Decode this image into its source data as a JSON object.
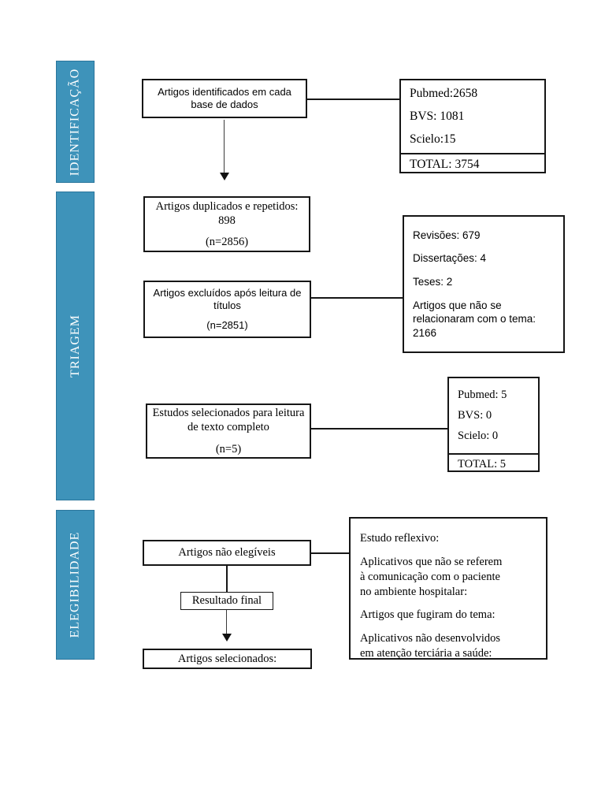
{
  "colors": {
    "phase_bar_blue": "#3e93ba",
    "phase_bar_border": "#2b769c",
    "box_border": "#161616",
    "text": "#000000"
  },
  "phases": {
    "identification": "IDENTIFICAÇÃO",
    "screening": "TRIAGEM",
    "eligibility": "ELEGIBILIDADE"
  },
  "flow": {
    "identified": {
      "text": "Artigos identificados em cada\nbase de dados"
    },
    "duplicates": {
      "text": "Artigos duplicados e repetidos:\n898",
      "n": "(n=2856)"
    },
    "excluded_titles": {
      "text": "Artigos excluídos após leitura de\ntítulos",
      "n": "(n=2851)"
    },
    "selected_fulltext": {
      "text": "Estudos selecionados para leitura\nde texto completo",
      "n": "(n=5)"
    },
    "not_eligible": {
      "text": "Artigos não elegíveis"
    },
    "final_result": {
      "text": "Resultado final"
    },
    "selected_articles": {
      "text": "Artigos selecionados:"
    }
  },
  "side_boxes": {
    "db_counts_initial": {
      "rows": [
        "Pubmed:2658",
        "BVS: 1081",
        "Scielo:15"
      ],
      "total": "TOTAL: 3754"
    },
    "exclusion_reasons": {
      "rows": [
        "Revisões: 679",
        "Dissertações: 4",
        "Teses: 2",
        "Artigos que não se\nrelacionaram com o tema: 2166"
      ]
    },
    "db_counts_final": {
      "rows": [
        "Pubmed: 5",
        "BVS: 0",
        "Scielo: 0"
      ],
      "total": "TOTAL: 5"
    },
    "eligibility_reasons": {
      "paragraphs": [
        "Estudo reflexivo:",
        "Aplicativos que não se referem\nà comunicação com o paciente\nno ambiente hospitalar:",
        "Artigos que fugiram do tema:",
        "Aplicativos não desenvolvidos\nem atenção terciária a saúde:"
      ]
    }
  }
}
